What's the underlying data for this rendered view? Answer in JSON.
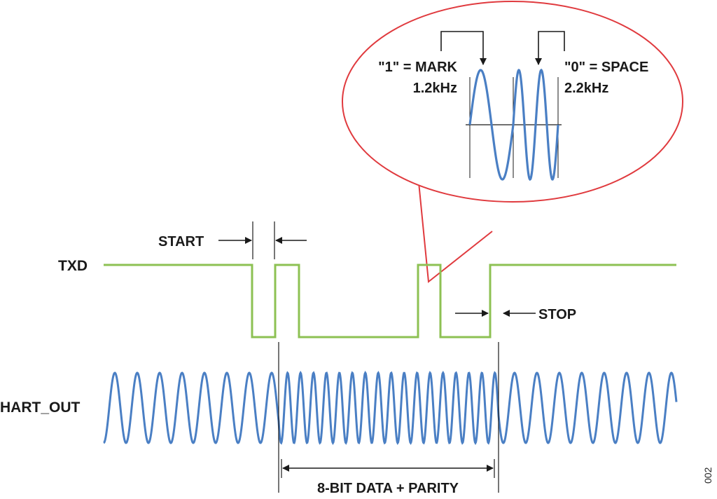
{
  "signals": {
    "txd": {
      "label": "TXD",
      "color": "#8dc153"
    },
    "hart_out": {
      "label": "HART_OUT",
      "color": "#4a7fc4"
    }
  },
  "annotations": {
    "start": "START",
    "stop": "STOP",
    "data_parity": "8-BIT DATA + PARITY"
  },
  "callout": {
    "mark_label": "\"1\" = MARK",
    "mark_freq": "1.2kHz",
    "space_label": "\"0\" = SPACE",
    "space_freq": "2.2kHz",
    "outline_color": "#e03a3e"
  },
  "figure_number": "002"
}
